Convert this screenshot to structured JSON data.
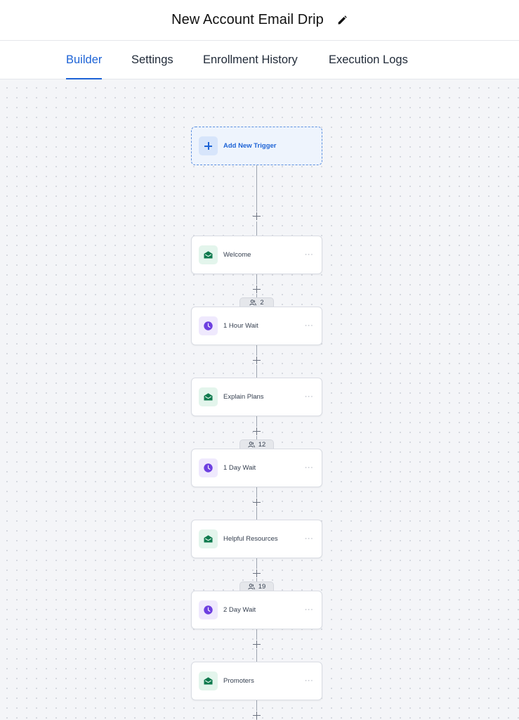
{
  "header": {
    "title": "New Account Email Drip",
    "edit_icon": "pencil-icon"
  },
  "tabs": [
    {
      "label": "Builder",
      "active": true
    },
    {
      "label": "Settings",
      "active": false
    },
    {
      "label": "Enrollment History",
      "active": false
    },
    {
      "label": "Execution Logs",
      "active": false
    }
  ],
  "colors": {
    "accent": "#1d63d6",
    "email_icon": "#0f7a4e",
    "wait_icon": "#6d3fe0"
  },
  "trigger": {
    "label": "Add New Trigger",
    "icon": "plus-icon"
  },
  "nodes": [
    {
      "type": "email",
      "label": "Welcome",
      "icon": "envelope-icon"
    },
    {
      "type": "wait",
      "label": "1 Hour Wait",
      "icon": "clock-icon",
      "count": "2"
    },
    {
      "type": "email",
      "label": "Explain Plans",
      "icon": "envelope-icon"
    },
    {
      "type": "wait",
      "label": "1 Day Wait",
      "icon": "clock-icon",
      "count": "12"
    },
    {
      "type": "email",
      "label": "Helpful Resources",
      "icon": "envelope-icon"
    },
    {
      "type": "wait",
      "label": "2 Day Wait",
      "icon": "clock-icon",
      "count": "19"
    },
    {
      "type": "email",
      "label": "Promoters",
      "icon": "envelope-icon"
    }
  ],
  "more_label": "···"
}
